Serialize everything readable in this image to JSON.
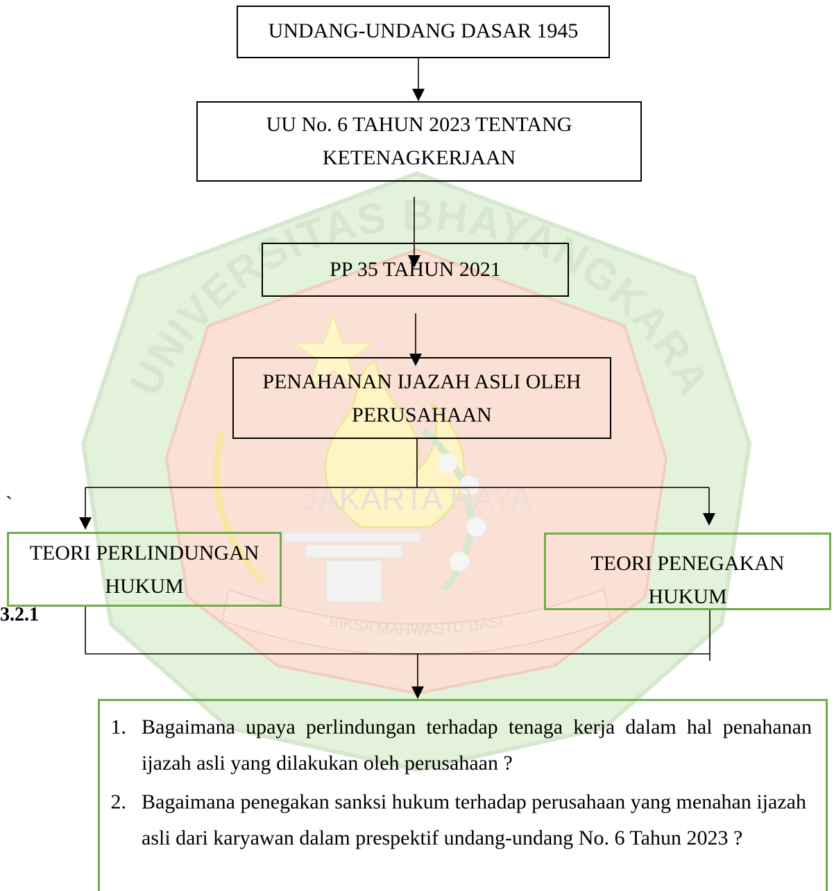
{
  "watermark": {
    "arc_text": "UNIVERSITAS BHAYANGKARA",
    "ribbon_text": "BIKSA MAHWASTU DASI",
    "city_text": "JAKARTA RAYA",
    "shield_color": "#f6c9b8",
    "ring_color": "#cfe9c3",
    "star_color": "#fff3b0"
  },
  "boxes": {
    "uud": "UNDANG-UNDANG DASAR 1945",
    "uu_line1": "UU No. 6 TAHUN 2023 TENTANG",
    "uu_line2": "KETENAGKERJAAN",
    "pp": "PP 35 TAHUN 2021",
    "pen_line1": "PENAHANAN IJAZAH ASLI OLEH",
    "pen_line2": "PERUSAHAAN",
    "tpl_line1": "TEORI PERLINDUNGAN",
    "tpl_line2": "HUKUM",
    "tph_line1": "TEORI PENEGAKAN",
    "tph_line2": "HUKUM"
  },
  "stray_mark": "`",
  "section_number": "3.2.1",
  "questions": [
    {
      "num": "1.",
      "text": "Bagaimana upaya perlindungan terhadap tenaga kerja dalam hal penahanan ijazah asli yang dilakukan oleh perusahaan ?"
    },
    {
      "num": "2.",
      "text": "Bagaimana penegakan sanksi hukum terhadap perusahaan yang menahan ijazah asli dari karyawan dalam prespektif undang-undang No. 6 Tahun 2023 ?"
    }
  ],
  "colors": {
    "green_border": "#70ad47",
    "black_border": "#000000"
  }
}
